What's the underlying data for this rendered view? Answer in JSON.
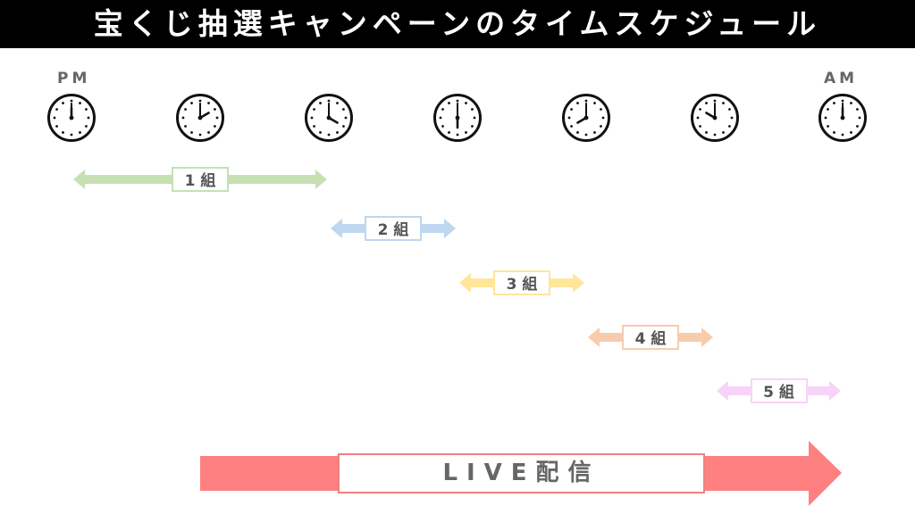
{
  "header": {
    "title": "宝くじ抽選キャンペーンのタイムスケジュール"
  },
  "timeline": {
    "start_label": "PM",
    "end_label": "AM",
    "clocks": [
      {
        "hour": 12,
        "minute": 0
      },
      {
        "hour": 2,
        "minute": 0
      },
      {
        "hour": 4,
        "minute": 0
      },
      {
        "hour": 6,
        "minute": 0
      },
      {
        "hour": 8,
        "minute": 0
      },
      {
        "hour": 10,
        "minute": 0
      },
      {
        "hour": 12,
        "minute": 0
      }
    ]
  },
  "groups": [
    {
      "label": "1 組",
      "color": "#c6e0b4",
      "start": 0,
      "end": 2
    },
    {
      "label": "2 組",
      "color": "#bdd7ee",
      "start": 2,
      "end": 3
    },
    {
      "label": "3 組",
      "color": "#ffe699",
      "start": 3,
      "end": 4
    },
    {
      "label": "4 組",
      "color": "#f8cbad",
      "start": 4,
      "end": 5
    },
    {
      "label": "5 組",
      "color": "#f8d3f8",
      "start": 5,
      "end": 6
    }
  ],
  "live": {
    "label": "LIVE配信",
    "color": "#ff8080",
    "border_color": "#f08080"
  }
}
